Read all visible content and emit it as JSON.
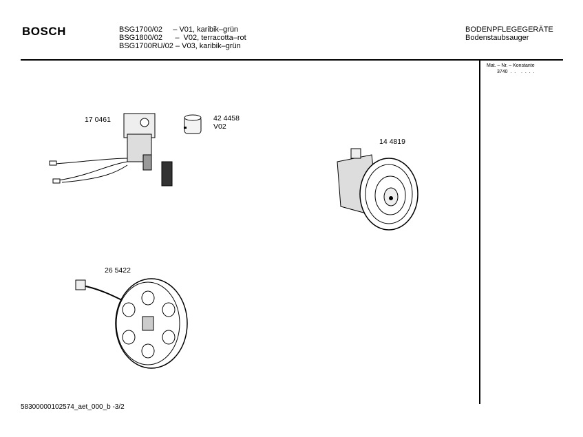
{
  "header": {
    "brand": "BOSCH",
    "models": [
      "BSG1700/02     – V01, karibik–grün",
      "BSG1800/02      –  V02, terracotta–rot",
      "BSG1700RU/02 – V03, karibik–grün"
    ],
    "category": "BODENPFLEGEGERÄTE",
    "subcategory": "Bodenstaubsauger"
  },
  "mat_info": {
    "label": "Mat. – Nr. – Konstante",
    "value": "3740  .  .    .  .  .  ."
  },
  "parts": [
    {
      "number": "17 0461"
    },
    {
      "number": "42 4458",
      "variant": "V02"
    },
    {
      "number": "14 4819"
    },
    {
      "number": "26 5422"
    }
  ],
  "footer": {
    "doc_id": "58300000102574_aet_000_b  -3/2"
  }
}
